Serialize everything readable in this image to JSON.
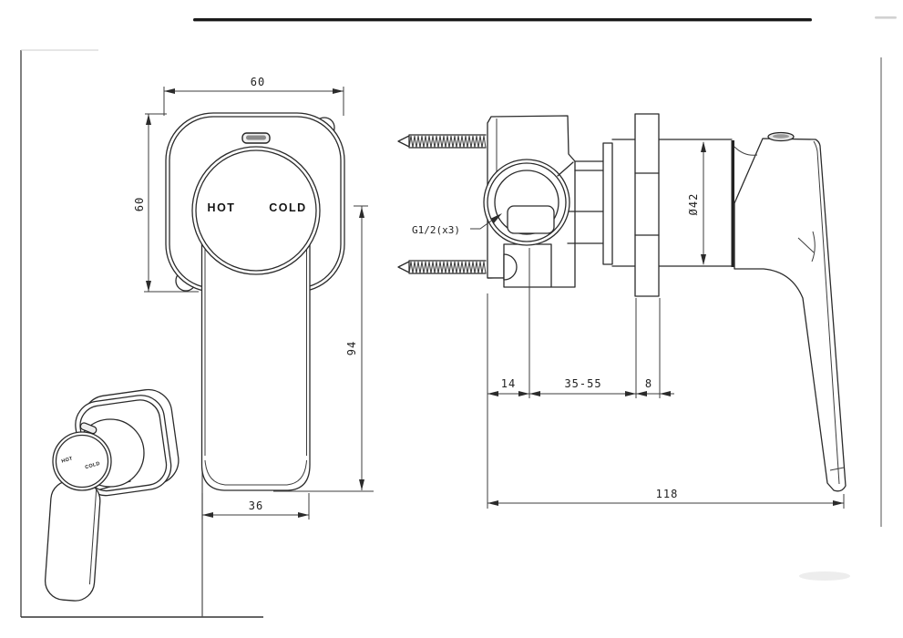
{
  "drawing": {
    "front_view": {
      "hot_label": "HOT",
      "cold_label": "COLD",
      "dim_plate_width": "60",
      "dim_plate_height": "60",
      "dim_handle_length": "94",
      "dim_handle_width": "36"
    },
    "side_view": {
      "thread_spec_label": "G1/2(x3)",
      "dim_diameter": "Ø42",
      "dim_bracket_depth": "14",
      "dim_wall_thickness_range": "35-55",
      "dim_flange_thickness": "8",
      "dim_total_depth": "118"
    },
    "perspective_view": {
      "hot_label": "HOT",
      "cold_label": "COLD"
    },
    "colors": {
      "line": "#2b2b2b",
      "background": "#ffffff",
      "top_bar": "#1a1a1a"
    }
  }
}
